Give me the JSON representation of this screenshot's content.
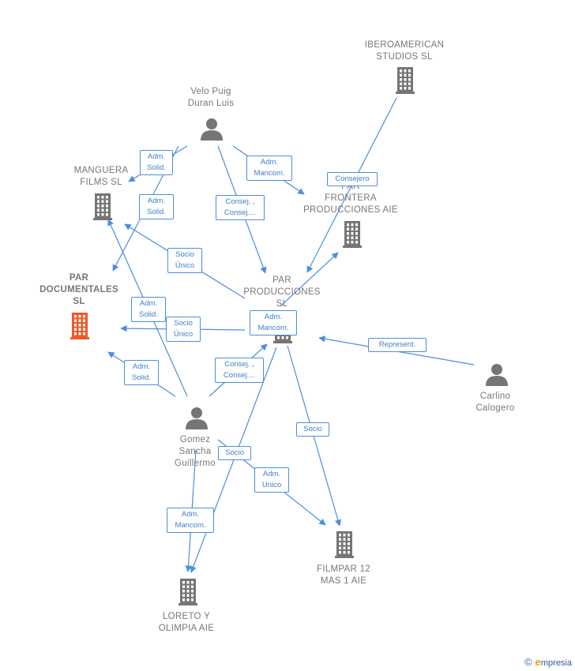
{
  "colors": {
    "edge": "#4a8fdc",
    "icon": "#757575",
    "highlight": "#f05a28"
  },
  "nodes": {
    "velo_puig": {
      "type": "person",
      "label": [
        "Velo Puig",
        "Duran Luis"
      ]
    },
    "iberoamerican": {
      "type": "company",
      "label": [
        "IBEROAMERICAN",
        "STUDIOS  SL"
      ]
    },
    "manguera": {
      "type": "company",
      "label": [
        "MANGUERA",
        "FILMS  SL"
      ]
    },
    "par_frontera": {
      "type": "company",
      "label": [
        "PAR",
        "FRONTERA",
        "PRODUCCIONES AIE"
      ]
    },
    "par_documentales": {
      "type": "company",
      "highlight": true,
      "label": [
        "PAR",
        "DOCUMENTALES",
        "SL"
      ]
    },
    "par_producciones": {
      "type": "company",
      "label": [
        "PAR",
        "PRODUCCIONES",
        "SL"
      ]
    },
    "carlino": {
      "type": "person",
      "label": [
        "Carlino",
        "Calogero"
      ]
    },
    "gomez": {
      "type": "person",
      "label": [
        "Gomez",
        "Sancha",
        "Guillermo"
      ]
    },
    "filmpar": {
      "type": "company",
      "label": [
        "FILMPAR 12",
        "MAS 1 AIE"
      ]
    },
    "loreto": {
      "type": "company",
      "label": [
        "LORETO Y",
        "OLIMPIA AIE"
      ]
    }
  },
  "edge_labels": {
    "velo_manguera": [
      "Adm.",
      "Solid."
    ],
    "velo_mancom": [
      "Adm.",
      "Mancom."
    ],
    "velo_documentales": [
      "Adm.",
      "Solid."
    ],
    "velo_producciones": [
      "Consej. ,",
      "Consej...."
    ],
    "ibero_consejero": [
      "Consejero"
    ],
    "socio_unico_1": [
      "Socio",
      "Único"
    ],
    "gomez_manguera": [
      "Adm.",
      "Solid."
    ],
    "socio_unico_2": [
      "Socio",
      "Único"
    ],
    "prod_mancom": [
      "Adm.",
      "Mancom."
    ],
    "represent": [
      "Represent."
    ],
    "gomez_documentales": [
      "Adm.",
      "Solid."
    ],
    "gomez_producciones": [
      "Consej. ,",
      "Consej...."
    ],
    "prod_filmpar_socio": [
      "Socio"
    ],
    "gomez_socio": [
      "Socio"
    ],
    "gomez_filmpar": [
      "Adm.",
      "Unico"
    ],
    "gomez_loreto": [
      "Adm.",
      "Mancom."
    ]
  },
  "footer": {
    "copyright": "©",
    "brand_initial": "e",
    "brand_rest": "mpresia"
  }
}
